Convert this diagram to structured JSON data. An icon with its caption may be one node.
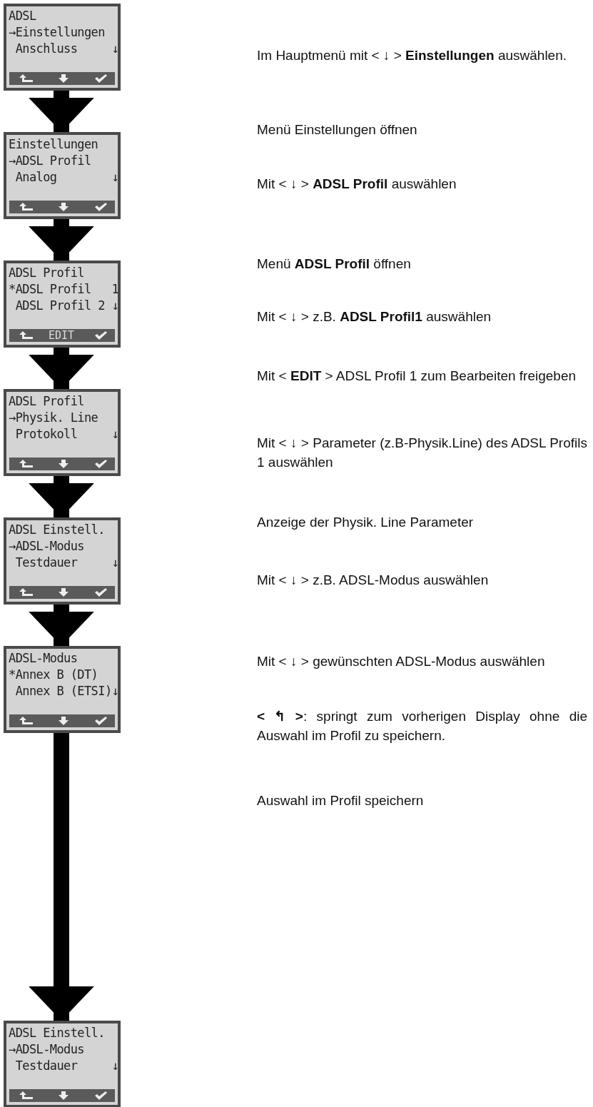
{
  "diagram": {
    "nodes": [
      {
        "text": [
          "ADSL",
          "→Einstellungen",
          "Anschluss ↓"
        ]
      },
      {
        "text": [
          "Einstellungen",
          "→ADSL Profil",
          "Analog ↓"
        ]
      },
      {
        "text": [
          "ADSL Profil",
          "*ADSL Profil 1",
          "ADSL Profil 2 ↓",
          "EDIT"
        ]
      },
      {
        "text": [
          "ADSL Profil",
          "→Physik. Line",
          "Protokoll ↓"
        ]
      },
      {
        "text": [
          "ADSL Einstell.",
          "→ADSL-Modus",
          "Testdauer ↓"
        ]
      },
      {
        "text": [
          "ADSL-Modus",
          "*Annex B (DT)",
          "Annex B (ETSI)↓"
        ]
      },
      {
        "text": [
          "ADSL Einstell.",
          "→ADSL-Modus",
          "Testdauer ↓"
        ]
      }
    ],
    "edges": [
      {
        "from": 0,
        "to": 1,
        "arrow": "to"
      },
      {
        "from": 1,
        "to": 2,
        "arrow": "to"
      },
      {
        "from": 2,
        "to": 3,
        "arrow": "to"
      },
      {
        "from": 3,
        "to": 4,
        "arrow": "to"
      },
      {
        "from": 4,
        "to": 5,
        "arrow": "to"
      },
      {
        "from": 5,
        "to": 6,
        "arrow": "to"
      }
    ],
    "labels": [
      "Im Hauptmenü mit < ↓ > **Einstellungen** auswählen.",
      "Menü Einstellungen öffnen",
      "Mit < ↓ > **ADSL Profil** auswählen",
      "Menü **ADSL Profil** öffnen",
      "Mit < ↓ > z.B. **ADSL Profil1** auswählen",
      "Mit < **EDIT** > ADSL Profil 1 zum Bearbeiten freigeben",
      "Mit < ↓ > Parameter (z.B-Physik.Line) des ADSL Profils 1 auswählen",
      "Anzeige der Physik. Line Parameter",
      "Mit < ↓ > z.B. ADSL-Modus auswählen",
      "Mit < ↓ > gewünschten ADSL-Modus auswählen",
      "**< ↰ >**: springt zum vorherigen Display ohne die Auswahl im Profil zu speichern.",
      "Auswahl im Profil speichern"
    ]
  }
}
